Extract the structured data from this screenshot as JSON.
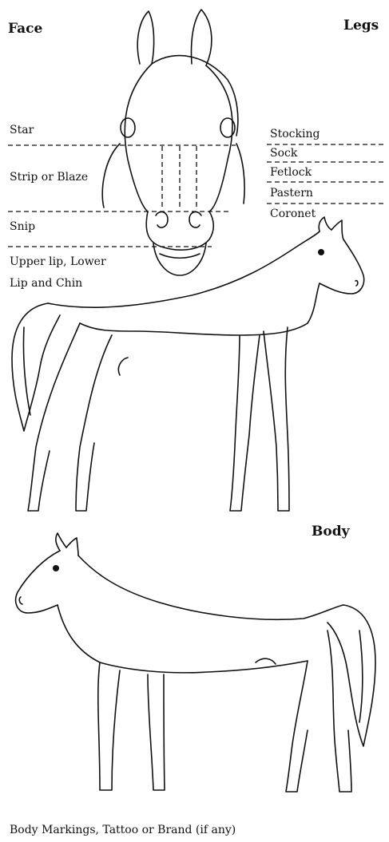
{
  "headers": {
    "face": "Face",
    "legs": "Legs",
    "body": "Body"
  },
  "face_labels": [
    "Star",
    "Strip or Blaze",
    "Snip",
    "Upper lip, Lower",
    "Lip and Chin"
  ],
  "leg_labels": [
    "Stocking",
    "Sock",
    "Fetlock",
    "Pastern",
    "Coronet"
  ],
  "footer": "Body Markings, Tattoo or Brand (if any)"
}
